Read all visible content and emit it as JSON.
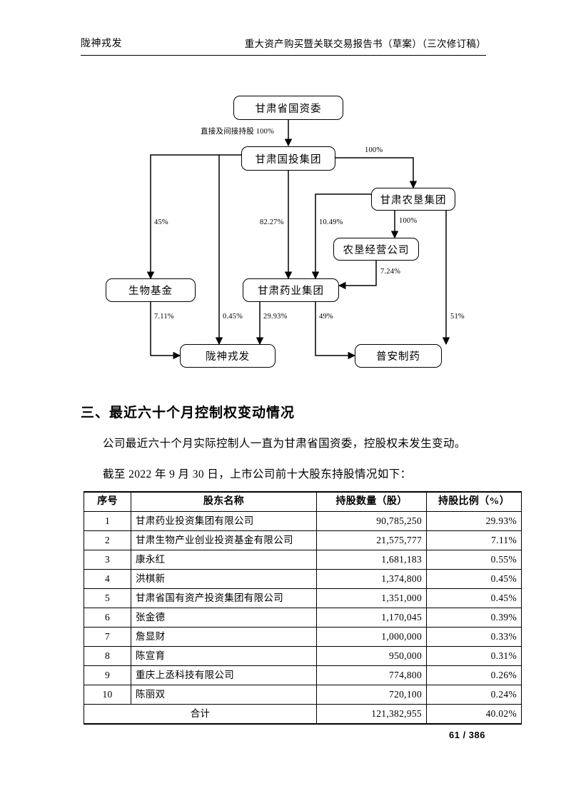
{
  "header": {
    "left": "陇神戎发",
    "right": "重大资产购买暨关联交易报告书（草案）（三次修订稿）"
  },
  "org_chart": {
    "nodes": {
      "sasac": "甘肃省国资委",
      "guotou": "甘肃国投集团",
      "nongken_group": "甘肃农垦集团",
      "nongken_operating": "农垦经营公司",
      "bio_fund": "生物基金",
      "pharma_group": "甘肃药业集团",
      "longshen": "陇神戎发",
      "puan": "普安制药"
    },
    "edges": {
      "sasac_to_guotou": "直接及间接持股 100%",
      "guotou_to_nongken": "100%",
      "guotou_to_biofund": "45%",
      "guotou_to_pharma": "82.27%",
      "nongken_to_pharma": "10.49%",
      "nongken_to_operating": "100%",
      "operating_to_pharma": "7.24%",
      "biofund_to_longshen": "7.11%",
      "guotou_to_longshen": "0.45%",
      "pharma_to_longshen": "29.93%",
      "pharma_to_puan": "49%",
      "nongken_to_puan": "51%"
    }
  },
  "section": {
    "heading": "三、最近六十个月控制权变动情况",
    "paragraph_1": "公司最近六十个月实际控制人一直为甘肃省国资委，控股权未发生变动。",
    "paragraph_2": "截至 2022 年 9 月 30 日，上市公司前十大股东持股情况如下："
  },
  "table": {
    "columns": [
      "序号",
      "股东名称",
      "持股数量（股）",
      "持股比例（%）"
    ],
    "rows": [
      {
        "idx": "1",
        "name": "甘肃药业投资集团有限公司",
        "qty": "90,785,250",
        "pct": "29.93%"
      },
      {
        "idx": "2",
        "name": "甘肃生物产业创业投资基金有限公司",
        "qty": "21,575,777",
        "pct": "7.11%"
      },
      {
        "idx": "3",
        "name": "康永红",
        "qty": "1,681,183",
        "pct": "0.55%"
      },
      {
        "idx": "4",
        "name": "洪棋新",
        "qty": "1,374,800",
        "pct": "0.45%"
      },
      {
        "idx": "5",
        "name": "甘肃省国有资产投资集团有限公司",
        "qty": "1,351,000",
        "pct": "0.45%"
      },
      {
        "idx": "6",
        "name": "张金德",
        "qty": "1,170,045",
        "pct": "0.39%"
      },
      {
        "idx": "7",
        "name": "詹显财",
        "qty": "1,000,000",
        "pct": "0.33%"
      },
      {
        "idx": "8",
        "name": "陈宣育",
        "qty": "950,000",
        "pct": "0.31%"
      },
      {
        "idx": "9",
        "name": "重庆上丞科技有限公司",
        "qty": "774,800",
        "pct": "0.26%"
      },
      {
        "idx": "10",
        "name": "陈丽双",
        "qty": "720,100",
        "pct": "0.24%"
      }
    ],
    "total": {
      "label": "合计",
      "qty": "121,382,955",
      "pct": "40.02%"
    }
  },
  "footer": {
    "page": "61 / 386"
  }
}
